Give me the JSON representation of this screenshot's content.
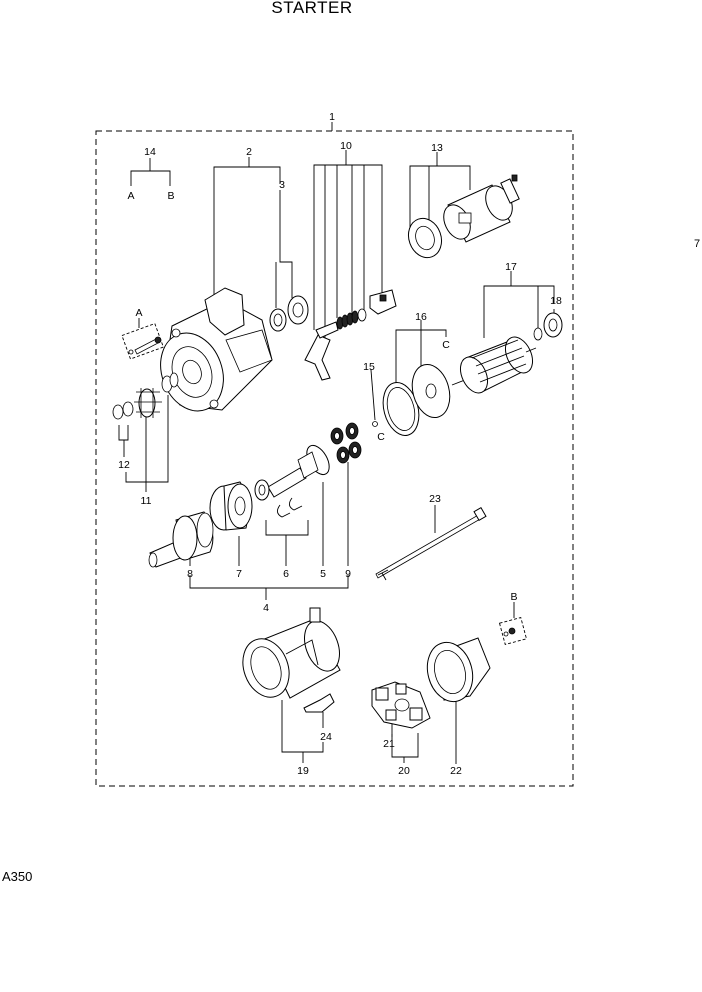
{
  "title": "STARTER",
  "page_ref": "7",
  "model_code": "A350",
  "callouts": {
    "c1": "1",
    "c2": "2",
    "c3": "3",
    "c4": "4",
    "c5": "5",
    "c6": "6",
    "c7": "7",
    "c8": "8",
    "c9": "9",
    "c10": "10",
    "c11": "11",
    "c12": "12",
    "c13": "13",
    "c14": "14",
    "c15": "15",
    "c16": "16",
    "c17": "17",
    "c18": "18",
    "c19": "19",
    "c20": "20",
    "c21": "21",
    "c22": "22",
    "c23": "23",
    "c24": "24"
  },
  "letters": {
    "a": "A",
    "b": "B",
    "c": "C"
  }
}
